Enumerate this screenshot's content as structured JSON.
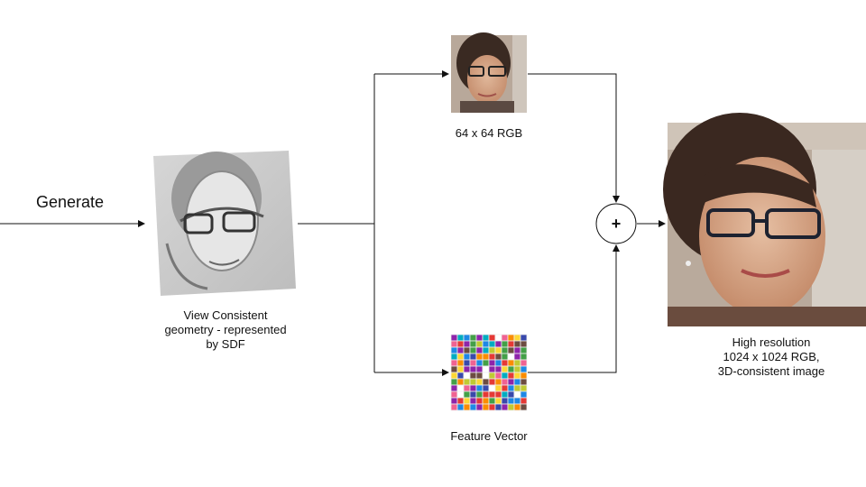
{
  "diagram": {
    "input_label": "Generate",
    "geometry_caption": [
      "View Consistent",
      "geometry - represented",
      "by SDF"
    ],
    "rgb_caption": "64 x 64 RGB",
    "feature_caption": "Feature Vector",
    "output_caption": [
      "High resolution",
      "1024 x 1024 RGB,",
      "3D-consistent image"
    ],
    "operator_symbol": "+"
  },
  "colors": {
    "line": "#111111",
    "feature_palette": [
      "#e53935",
      "#1e88e5",
      "#43a047",
      "#fdd835",
      "#fb8c00",
      "#8e24aa",
      "#00acc1",
      "#f06292",
      "#c0ca33",
      "#3949ab",
      "#ffffff",
      "#6d4c41"
    ]
  }
}
